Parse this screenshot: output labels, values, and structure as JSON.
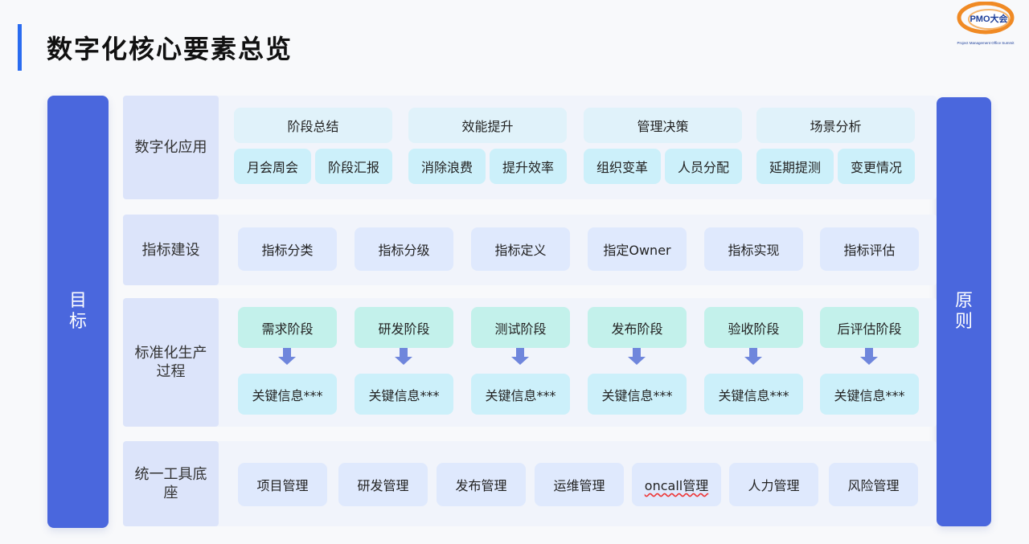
{
  "title": "数字化核心要素总览",
  "logo": {
    "text": "PMO大会",
    "subtitle": "Project Management Office Summit"
  },
  "left_pillar": "目标",
  "right_pillar": "原则",
  "rows": [
    {
      "label": "数字化应用",
      "groups": [
        {
          "title": "阶段总结",
          "items": [
            "月会周会",
            "阶段汇报"
          ]
        },
        {
          "title": "效能提升",
          "items": [
            "消除浪费",
            "提升效率"
          ]
        },
        {
          "title": "管理决策",
          "items": [
            "组织变革",
            "人员分配"
          ]
        },
        {
          "title": "场景分析",
          "items": [
            "延期提测",
            "变更情况"
          ]
        }
      ]
    },
    {
      "label": "指标建设",
      "items": [
        "指标分类",
        "指标分级",
        "指标定义",
        "指定Owner",
        "指标实现",
        "指标评估"
      ]
    },
    {
      "label": "标准化生产过程",
      "stages": [
        {
          "stage": "需求阶段",
          "info": "关键信息***"
        },
        {
          "stage": "研发阶段",
          "info": "关键信息***"
        },
        {
          "stage": "测试阶段",
          "info": "关键信息***"
        },
        {
          "stage": "发布阶段",
          "info": "关键信息***"
        },
        {
          "stage": "验收阶段",
          "info": "关键信息***"
        },
        {
          "stage": "后评估阶段",
          "info": "关键信息***"
        }
      ]
    },
    {
      "label": "统一工具底座",
      "items": [
        "项目管理",
        "研发管理",
        "发布管理",
        "运维管理",
        "oncall管理",
        "人力管理",
        "风险管理"
      ]
    }
  ],
  "colors": {
    "accent": "#2a6cf0",
    "pillar": "#4a67dd",
    "arrow": "#6f86dc"
  }
}
